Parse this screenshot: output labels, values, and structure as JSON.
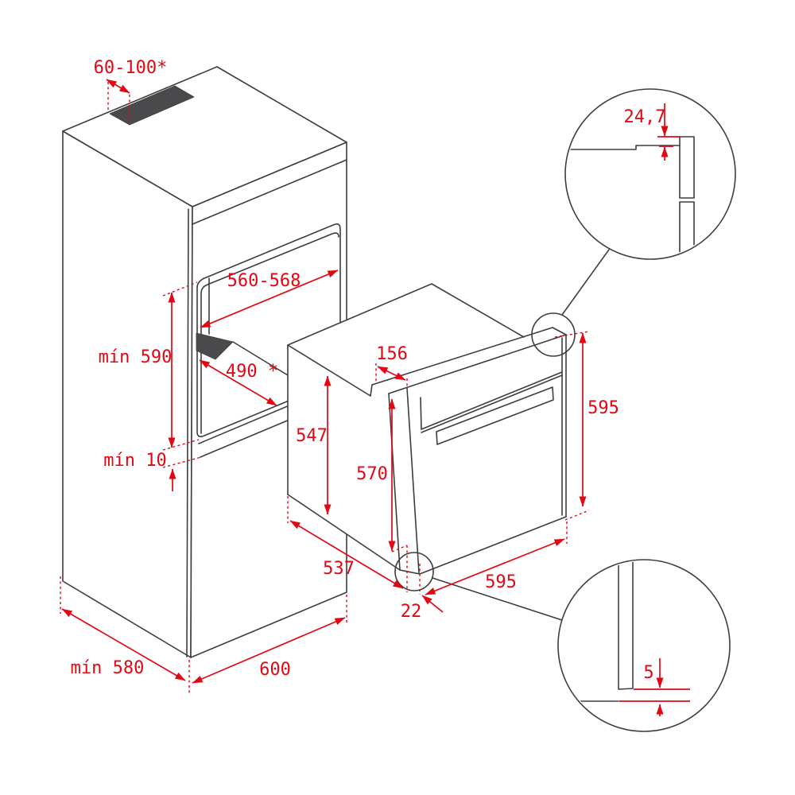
{
  "diagram": {
    "title": "built-in oven installation dimensions drawing",
    "units": "mm",
    "colors": {
      "dimension_red": "#e30613",
      "drawing_line": "#3d3d3d",
      "shaded_cutout": "#4a4a4d",
      "background": "#ffffff"
    },
    "dimensions": {
      "vent_cutout_width": "60-100*",
      "niche_width": "560-568",
      "niche_height": "mín 590",
      "niche_depth": "490 *",
      "clearance_below_niche": "mín 10",
      "oven_body_height": "547",
      "oven_inner_front_height": "570",
      "oven_top_recess_depth": "156",
      "oven_body_depth": "537",
      "front_frame_overhang": "22",
      "oven_front_width": "595",
      "oven_front_height": "595",
      "cabinet_depth": "mín 580",
      "cabinet_width": "600",
      "detail_top_overlap": "24,7",
      "detail_bottom_gap": "5"
    }
  }
}
